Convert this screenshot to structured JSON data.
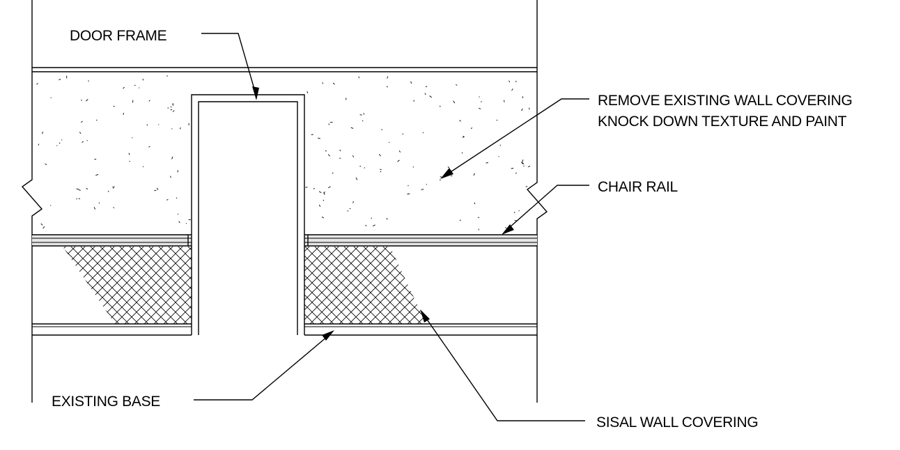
{
  "labels": {
    "door_frame": "DOOR FRAME",
    "remove_line1": "REMOVE EXISTING WALL COVERING",
    "remove_line2": "KNOCK DOWN TEXTURE AND PAINT",
    "chair_rail": "CHAIR RAIL",
    "existing_base": "EXISTING BASE",
    "sisal": "SISAL WALL COVERING"
  },
  "colors": {
    "line": "#000000",
    "rail_fill": "#e6e6e6",
    "background": "#ffffff"
  }
}
